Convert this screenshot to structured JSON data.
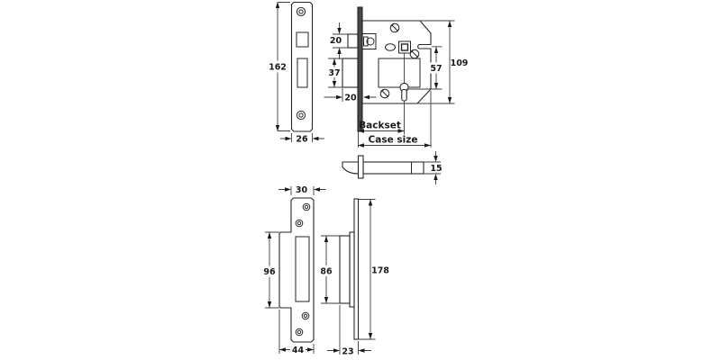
{
  "diagram": {
    "type": "technical-drawing",
    "subject": "mortice lock dimension diagram",
    "background": "#ffffff",
    "line_color": "#262626",
    "views": {
      "forend_front": {
        "height_mm": "162",
        "width_mm": "26"
      },
      "lock_body": {
        "latch_height_mm": "20",
        "deadbolt_height_mm": "37",
        "bolt_throw_mm": "20",
        "follower_to_keyhole_mm": "57",
        "case_height_mm": "109",
        "backset_label": "Backset",
        "case_size_label": "Case size"
      },
      "latch_profile": {
        "thickness_mm": "15"
      },
      "strike_front": {
        "top_width_mm": "30",
        "lip_height_mm": "96",
        "bottom_width_mm": "44"
      },
      "strike_side": {
        "box_height_mm": "86",
        "plate_height_mm": "178",
        "box_depth_mm": "23"
      }
    }
  }
}
